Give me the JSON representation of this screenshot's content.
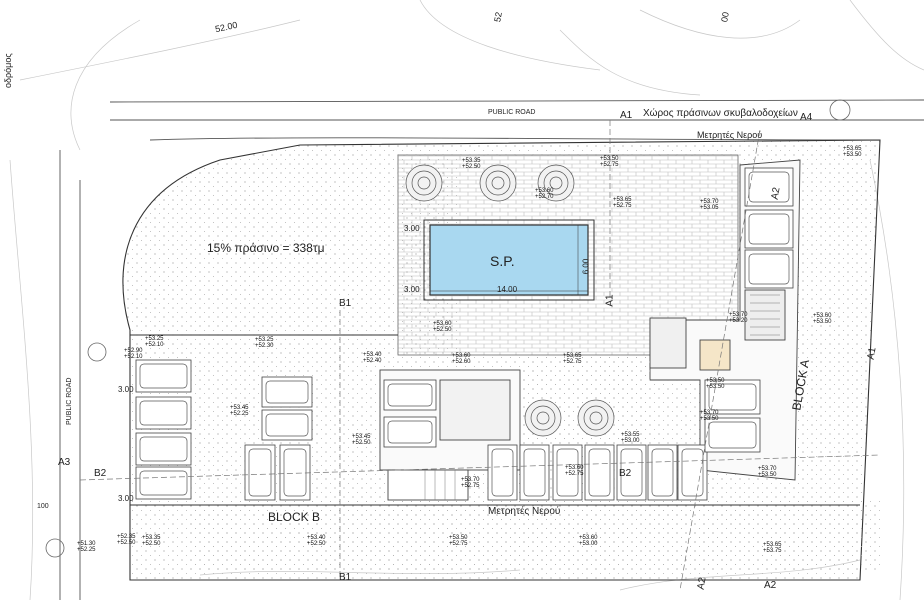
{
  "labels": {
    "road_greek_left": "οδρόμος",
    "contour_52_top": "52.00",
    "contour_52_right": "52",
    "contour_00": "00",
    "public_road_top": "PUBLIC ROAD",
    "public_road_left": "PUBLIC ROAD",
    "waste_bins_area": "Χώρος πράσινων σκυβαλοδοχείων",
    "water_meters_top": "Μετρητές Νερού",
    "water_meters_bottom": "Μετρητές Νερού",
    "green_ratio": "15% πράσινο = 338τμ",
    "pool": "S.P.",
    "pool_width": "6.00",
    "pool_length": "14.00",
    "dim_3_a": "3.00",
    "dim_3_b": "3.00",
    "dim_3_c": "3.00",
    "dim_3_d": "3.00",
    "block_a": "BLOCK A",
    "block_b": "BLOCK B",
    "section_a1_top": "A1",
    "section_a1_mid": "A1",
    "section_a1_right": "A1",
    "section_a2_top": "A2",
    "section_a2_bottom": "A2",
    "section_a2_bottom_right": "A2",
    "section_a3": "A3",
    "section_a4": "A4",
    "section_b1_mid": "B1",
    "section_b1_bottom": "B1",
    "section_b2_left": "B2",
    "section_b2_right": "B2",
    "small_100": "100"
  },
  "elevations": [
    {
      "top": "+53.35",
      "bottom": "+52.50"
    },
    {
      "top": "+53.50",
      "bottom": "+52.75"
    },
    {
      "top": "+53.60",
      "bottom": "+52.70"
    },
    {
      "top": "+53.65",
      "bottom": "+52.75"
    },
    {
      "top": "+53.70",
      "bottom": "+53.05"
    },
    {
      "top": "+53.65",
      "bottom": "+53.50"
    },
    {
      "top": "+53.70",
      "bottom": "+53.20"
    },
    {
      "top": "+53.60",
      "bottom": "+53.50"
    },
    {
      "top": "+53.60",
      "bottom": "+52.50"
    },
    {
      "top": "+53.25",
      "bottom": "+52.10"
    },
    {
      "top": "+53.25",
      "bottom": "+52.30"
    },
    {
      "top": "+52.90",
      "bottom": "+52.10"
    },
    {
      "top": "+53.40",
      "bottom": "+52.40"
    },
    {
      "top": "+53.60",
      "bottom": "+52.60"
    },
    {
      "top": "+53.65",
      "bottom": "+52.75"
    },
    {
      "top": "+53.45",
      "bottom": "+52.25"
    },
    {
      "top": "+53.45",
      "bottom": "+52.50"
    },
    {
      "top": "+53.55",
      "bottom": "+53.00"
    },
    {
      "top": "+53.70",
      "bottom": "+52.75"
    },
    {
      "top": "+53.60",
      "bottom": "+52.75"
    },
    {
      "top": "+53.70",
      "bottom": "+53.50"
    },
    {
      "top": "+51.30",
      "bottom": "+52.25"
    },
    {
      "top": "+52.35",
      "bottom": "+52.50"
    },
    {
      "top": "+53.35",
      "bottom": "+52.50"
    },
    {
      "top": "+53.40",
      "bottom": "+52.50"
    },
    {
      "top": "+53.50",
      "bottom": "+52.75"
    },
    {
      "top": "+53.60",
      "bottom": "+53.00"
    },
    {
      "top": "+53.65",
      "bottom": "+53.75"
    },
    {
      "top": "+53.50",
      "bottom": "+53.50"
    },
    {
      "top": "+53.70",
      "bottom": "+53.50"
    }
  ],
  "colors": {
    "pool_fill": "#a9d8f0",
    "line": "#444444",
    "hatch": "#9a9a9a"
  }
}
